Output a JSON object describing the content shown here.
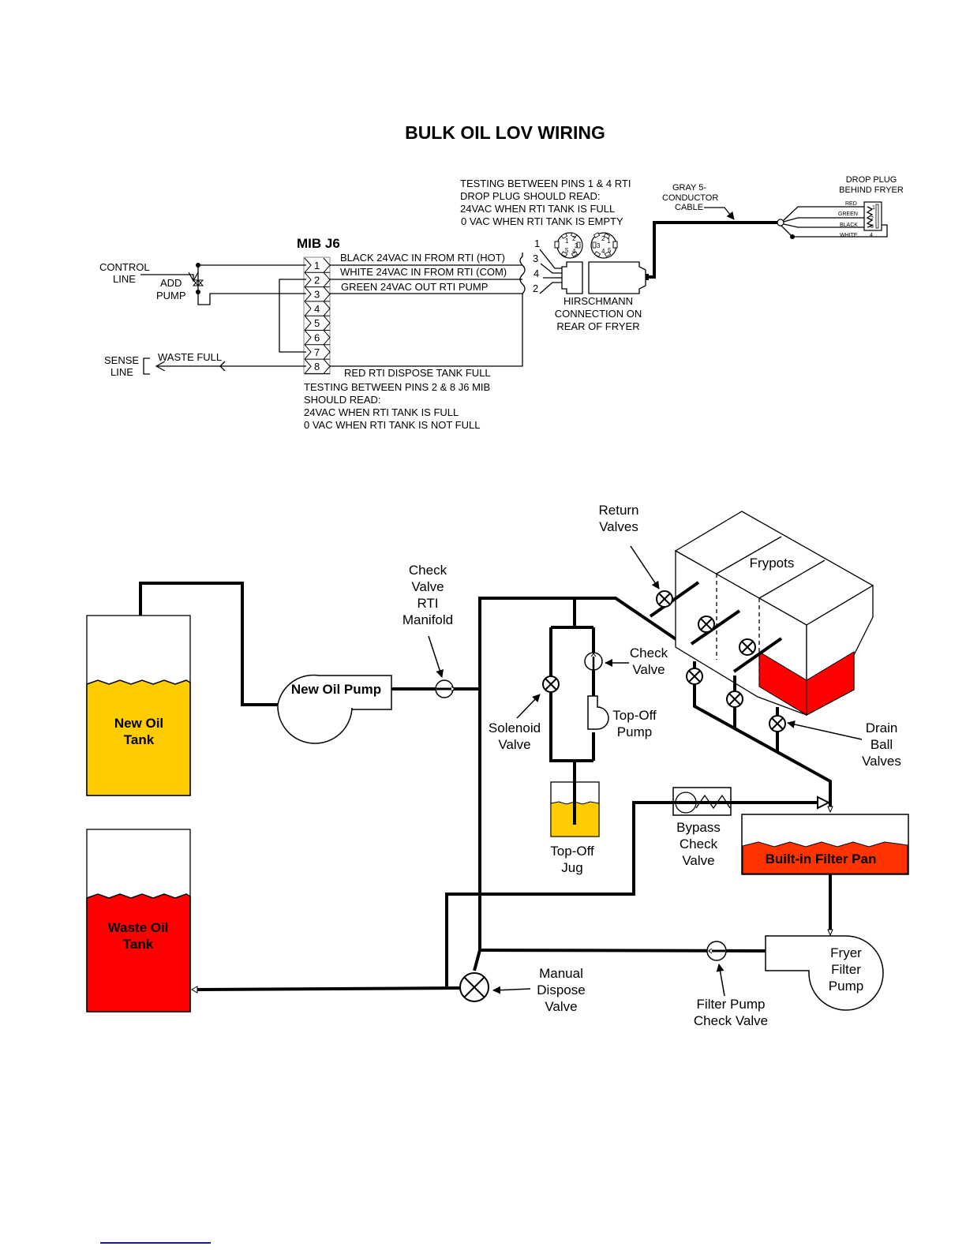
{
  "title": "BULK OIL LOV WIRING",
  "colors": {
    "new_oil": "#ffcc00",
    "waste_oil": "#ff0000",
    "filter_pan": "#ff3300",
    "frypot_fill": "#ff0000",
    "footer_link": "#1a1a8c"
  },
  "wiring": {
    "connector_label": "MIB J6",
    "connector_pins": [
      "1",
      "2",
      "3",
      "4",
      "5",
      "6",
      "7",
      "8"
    ],
    "control_line": [
      "CONTROL",
      "LINE"
    ],
    "add_pump": [
      "ADD",
      "PUMP"
    ],
    "sense_line": [
      "SENSE",
      "LINE"
    ],
    "waste_full": "WASTE FULL",
    "wires": [
      {
        "label": "BLACK  24VAC IN FROM RTI (HOT)",
        "plug_pin": "3"
      },
      {
        "label": "WHITE  24VAC IN FROM RTI (COM)",
        "plug_pin": "4"
      },
      {
        "label": "GREEN  24VAC OUT RTI PUMP",
        "plug_pin": "2"
      }
    ],
    "unused_plug_pin": "1",
    "red_wire_label": "RED  RTI DISPOSE TANK FULL",
    "test_note_top": [
      "TESTING BETWEEN PINS 1 & 4 RTI",
      "DROP PLUG SHOULD READ:",
      "24VAC WHEN RTI TANK IS FULL",
      "0 VAC WHEN RTI TANK IS EMPTY"
    ],
    "test_note_bottom": [
      "TESTING BETWEEN PINS 2 & 8 J6 MIB",
      "SHOULD READ:",
      "24VAC WHEN RTI TANK IS FULL",
      "0 VAC WHEN RTI TANK IS NOT FULL"
    ],
    "hirschmann_label": [
      "HIRSCHMANN",
      "CONNECTION ON",
      "REAR OF FRYER"
    ],
    "socket_left_pins": [
      "1",
      "2",
      "3",
      "4",
      "5"
    ],
    "socket_right_pins": [
      "2",
      "1",
      "3",
      "4",
      "5"
    ],
    "cable_label": [
      "GRAY 5-",
      "CONDUCTOR",
      "CABLE"
    ],
    "drop_plug_label": [
      "DROP PLUG",
      "BEHIND FRYER"
    ],
    "drop_plug_wires": [
      "RED",
      "GREEN",
      "BLACK",
      "WHITE"
    ],
    "drop_plug_pins": [
      "1",
      "2",
      "3",
      "4"
    ]
  },
  "plumbing": {
    "new_oil_tank": [
      "New Oil",
      "Tank"
    ],
    "waste_oil_tank": [
      "Waste Oil",
      "Tank"
    ],
    "new_oil_pump": "New Oil Pump",
    "check_valve_rti": [
      "Check",
      "Valve",
      "RTI",
      "Manifold"
    ],
    "return_valves": [
      "Return",
      "Valves"
    ],
    "frypots": "Frypots",
    "check_valve": [
      "Check",
      "Valve"
    ],
    "solenoid_valve": [
      "Solenoid",
      "Valve"
    ],
    "top_off_pump": [
      "Top-Off",
      "Pump"
    ],
    "top_off_jug": [
      "Top-Off",
      "Jug"
    ],
    "drain_ball_valves": [
      "Drain",
      "Ball",
      "Valves"
    ],
    "bypass_check_valve": [
      "Bypass",
      "Check",
      "Valve"
    ],
    "built_in_filter_pan": "Built-in Filter Pan",
    "fryer_filter_pump": [
      "Fryer",
      "Filter",
      "Pump"
    ],
    "filter_pump_check_valve": [
      "Filter Pump",
      "Check Valve"
    ],
    "manual_dispose_valve": [
      "Manual",
      "Dispose",
      "Valve"
    ]
  }
}
